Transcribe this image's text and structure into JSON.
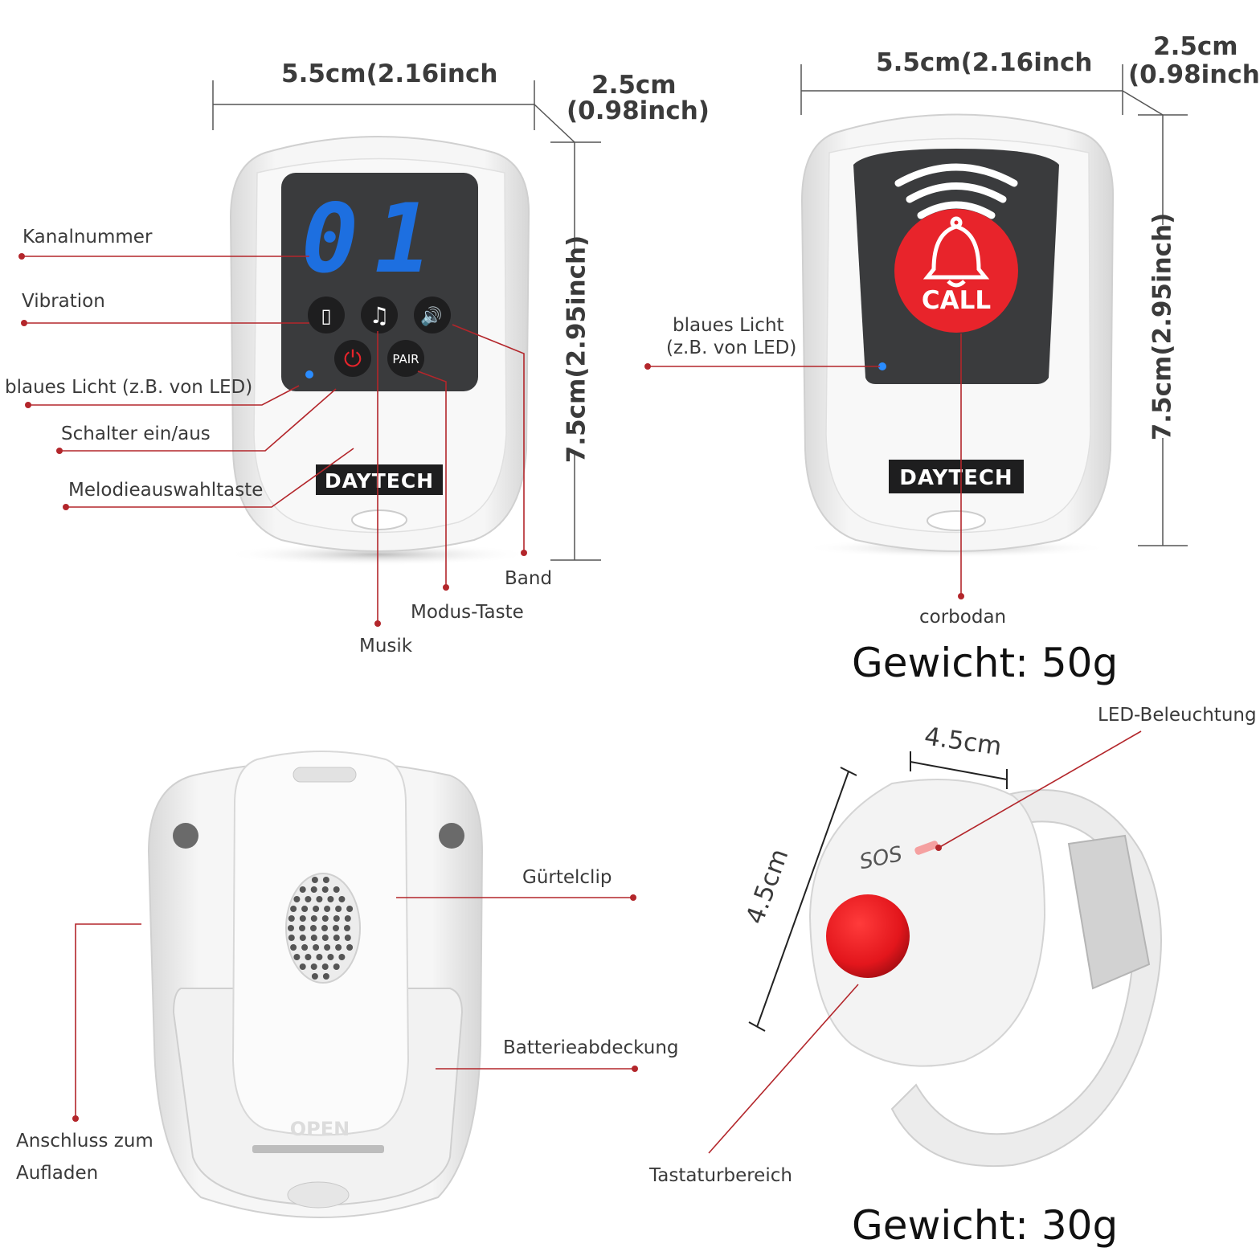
{
  "receiver": {
    "width_label": "5.5cm(2.16inch",
    "depth_label_1": "2.5cm",
    "depth_label_2": "(0.98inch)",
    "height_label": "7.5cm(2.95inch)",
    "display_digits": "01",
    "pair_label": "PAIR",
    "brand": "DAYTECH",
    "labels": {
      "channel": "Kanalnummer",
      "vibration": "Vibration",
      "blue_light": "blaues Licht (z.B. von LED)",
      "power": "Schalter ein/aus",
      "melody": "Melodieauswahltaste",
      "band": "Band",
      "mode": "Modus-Taste",
      "music": "Musik"
    }
  },
  "transmitter": {
    "width_label": "5.5cm(2.16inch",
    "depth_label_1": "2.5cm",
    "depth_label_2": "(0.98inch)",
    "height_label": "7.5cm(2.95inch)",
    "call_label": "CALL",
    "brand": "DAYTECH",
    "labels": {
      "blue_light_1": "blaues Licht",
      "blue_light_2": "(z.B. von LED)",
      "bottom": "corbodan"
    },
    "weight": "Gewicht: 50g"
  },
  "back": {
    "open_label": "OPEN",
    "labels": {
      "belt_clip": "Gürtelclip",
      "battery_cover": "Batterieabdeckung",
      "charging_1": "Anschluss zum",
      "charging_2": "Aufladen"
    }
  },
  "watch": {
    "dim_top": "4.5cm",
    "dim_side": "4.5cm",
    "sos_label": "SOS",
    "labels": {
      "led": "LED-Beleuchtung",
      "keypad": "Tastaturbereich"
    },
    "weight": "Gewicht: 30g"
  },
  "colors": {
    "leader_line": "#b3262b",
    "digit_blue": "#1d6fe0",
    "call_red": "#e8242b",
    "screen_dark": "#3a3b3d"
  }
}
